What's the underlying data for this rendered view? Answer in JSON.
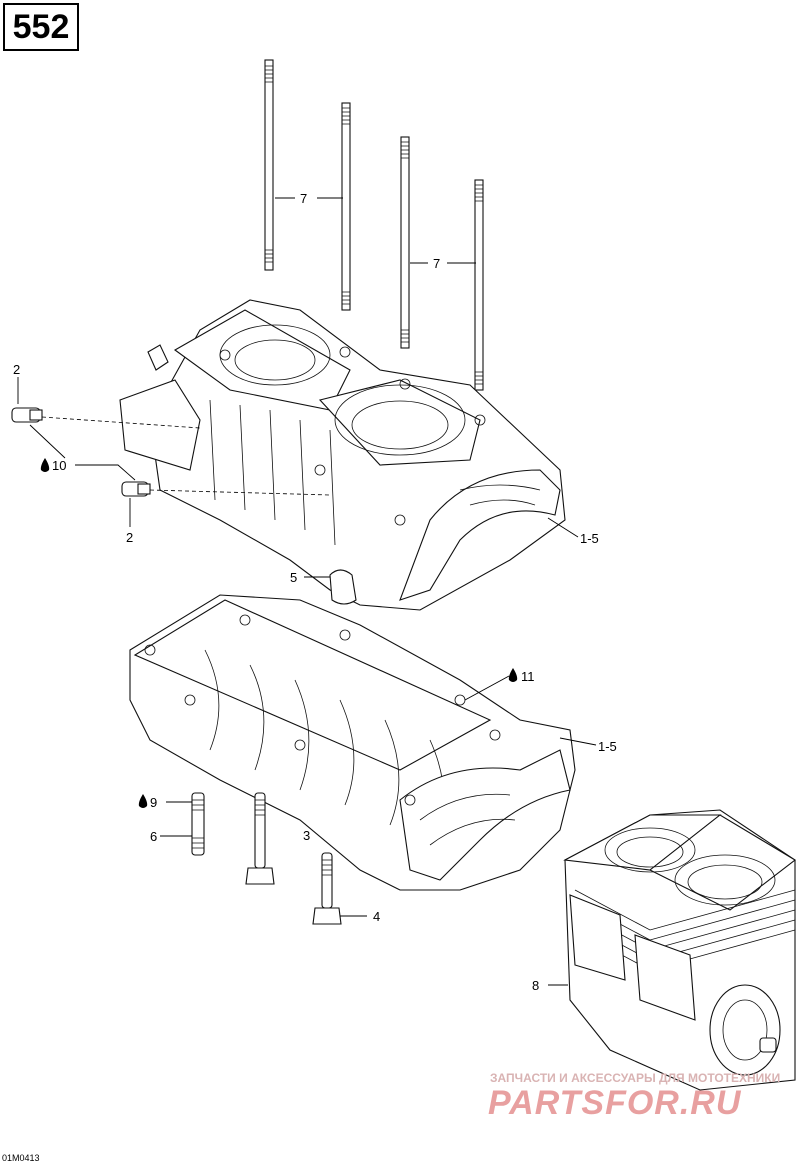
{
  "page_number": "552",
  "drawing_code": "01M0413",
  "callouts": [
    {
      "id": "studs-a",
      "text": "7"
    },
    {
      "id": "studs-b",
      "text": "7"
    },
    {
      "id": "plug-top",
      "text": "2"
    },
    {
      "id": "plug-bottom",
      "text": "2"
    },
    {
      "id": "loctite-10",
      "text": "10"
    },
    {
      "id": "seal-top",
      "text": "1-5"
    },
    {
      "id": "seal-bottom",
      "text": "1-5"
    },
    {
      "id": "ring",
      "text": "5"
    },
    {
      "id": "loctite-11",
      "text": "11"
    },
    {
      "id": "loctite-9",
      "text": "9"
    },
    {
      "id": "stud-6",
      "text": "6"
    },
    {
      "id": "crankcase",
      "text": "3"
    },
    {
      "id": "bolt-4",
      "text": "4"
    },
    {
      "id": "engine-8",
      "text": "8"
    }
  ],
  "watermark": {
    "line1": "ЗАПЧАСТИ И АКСЕССУАРЫ ДЛЯ МОТОТЕХНИКИ",
    "line2": "PARTSFOR.RU"
  }
}
